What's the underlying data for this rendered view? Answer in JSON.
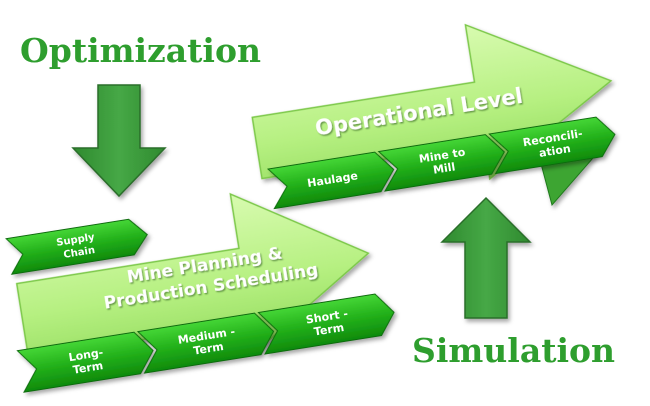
{
  "labels": {
    "optimization": "Optimization",
    "simulation": "Simulation"
  },
  "operational": {
    "title": "Operational Level",
    "chevrons": [
      {
        "lines": [
          "Haulage"
        ]
      },
      {
        "lines": [
          "Mine to",
          "Mill"
        ]
      },
      {
        "lines": [
          "Reconcili-",
          "ation"
        ]
      }
    ]
  },
  "planning": {
    "title_lines": [
      "Mine Planning &",
      "Production Scheduling"
    ],
    "supply_chain": {
      "lines": [
        "Supply",
        "Chain"
      ]
    },
    "chevrons": [
      {
        "lines": [
          "Long-",
          "Term"
        ]
      },
      {
        "lines": [
          "Medium -",
          "Term"
        ]
      },
      {
        "lines": [
          "Short -",
          "Term"
        ]
      }
    ]
  },
  "colors": {
    "label_green": "#2e9e2e",
    "big_arrow_light": "#c8f59a",
    "big_arrow_mid": "#a6ea6c",
    "chevron_top": "#35c82a",
    "chevron_bottom": "#159612",
    "chevron_edge": "#0b6a0a",
    "thick_arrow": "#3a9a3a",
    "thick_arrow_edge": "#2a6e2a",
    "big_arrow_text": "#ffffff"
  }
}
